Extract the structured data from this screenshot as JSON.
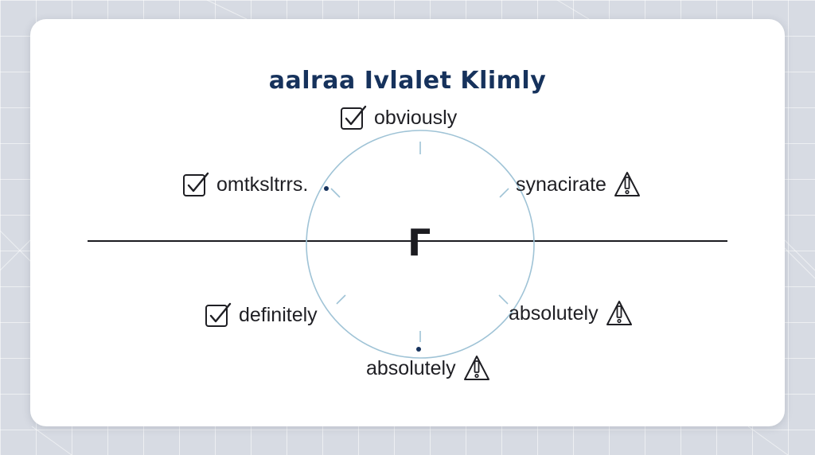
{
  "title": "aalraa Ivlalet Klimly",
  "center_symbol": "Γ",
  "nodes": [
    {
      "id": "top",
      "label": "obviously",
      "icon": "checkbox-check-icon",
      "status": "check"
    },
    {
      "id": "upper-left",
      "label": "omtksltrrs.",
      "icon": "checkbox-check-icon",
      "status": "check"
    },
    {
      "id": "upper-right",
      "label": "synacirate",
      "icon": "warning-triangle-icon",
      "status": "warning"
    },
    {
      "id": "lower-left",
      "label": "definitely",
      "icon": "checkbox-check-icon",
      "status": "check"
    },
    {
      "id": "lower-right",
      "label": "absolutely",
      "icon": "warning-triangle-icon",
      "status": "warning"
    },
    {
      "id": "bottom",
      "label": "absolutely",
      "icon": "warning-triangle-icon",
      "status": "warning"
    }
  ],
  "colors": {
    "title": "#16325c",
    "circle": "#9fc3d6",
    "axis": "#1b1b20",
    "dot": "#16325c"
  }
}
